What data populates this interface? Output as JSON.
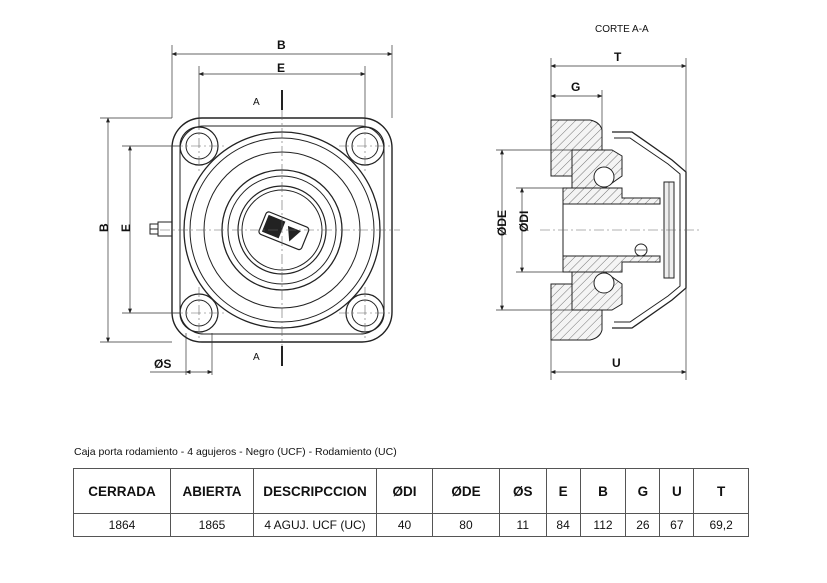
{
  "drawing": {
    "section_title": "CORTE A-A",
    "front_view": {
      "dims": {
        "overall": "B",
        "inner": "E",
        "hole": "ØS"
      },
      "section_marks": [
        "A",
        "A"
      ]
    },
    "section_view": {
      "dims": {
        "total": "T",
        "flange": "G",
        "base": "U",
        "outer_bore": "ØDE",
        "inner_bore": "ØDI"
      }
    }
  },
  "caption": "Caja porta rodamiento - 4 agujeros - Negro (UCF) - Rodamiento (UC)",
  "table": {
    "headers": [
      "CERRADA",
      "ABIERTA",
      "DESCRIPCCION",
      "ØDI",
      "ØDE",
      "ØS",
      "E",
      "B",
      "G",
      "U",
      "T"
    ],
    "rows": [
      [
        "1864",
        "1865",
        "4 AGUJ. UCF (UC)",
        "40",
        "80",
        "11",
        "84",
        "112",
        "26",
        "67",
        "69,2"
      ]
    ]
  }
}
